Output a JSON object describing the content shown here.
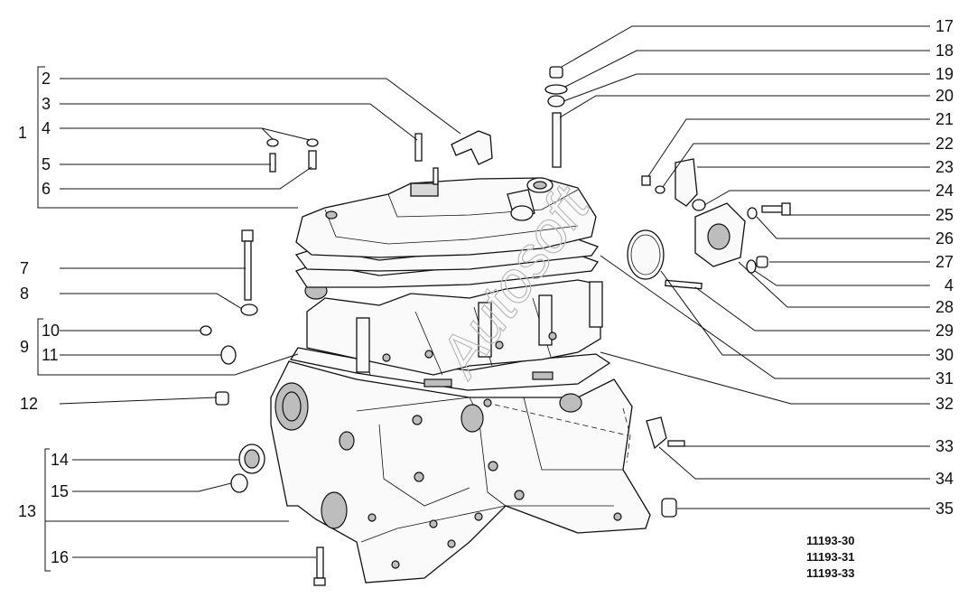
{
  "callouts": {
    "left": [
      "1",
      "2",
      "3",
      "4",
      "5",
      "6",
      "7",
      "8",
      "9",
      "10",
      "11",
      "12",
      "13",
      "14",
      "15",
      "16"
    ],
    "right": [
      "17",
      "18",
      "19",
      "20",
      "21",
      "22",
      "23",
      "24",
      "25",
      "26",
      "27",
      "4",
      "28",
      "29",
      "30",
      "31",
      "32",
      "33",
      "34",
      "35"
    ]
  },
  "drawing_codes": [
    "11193-30",
    "11193-31",
    "11193-33"
  ],
  "watermark": "Autosoft"
}
